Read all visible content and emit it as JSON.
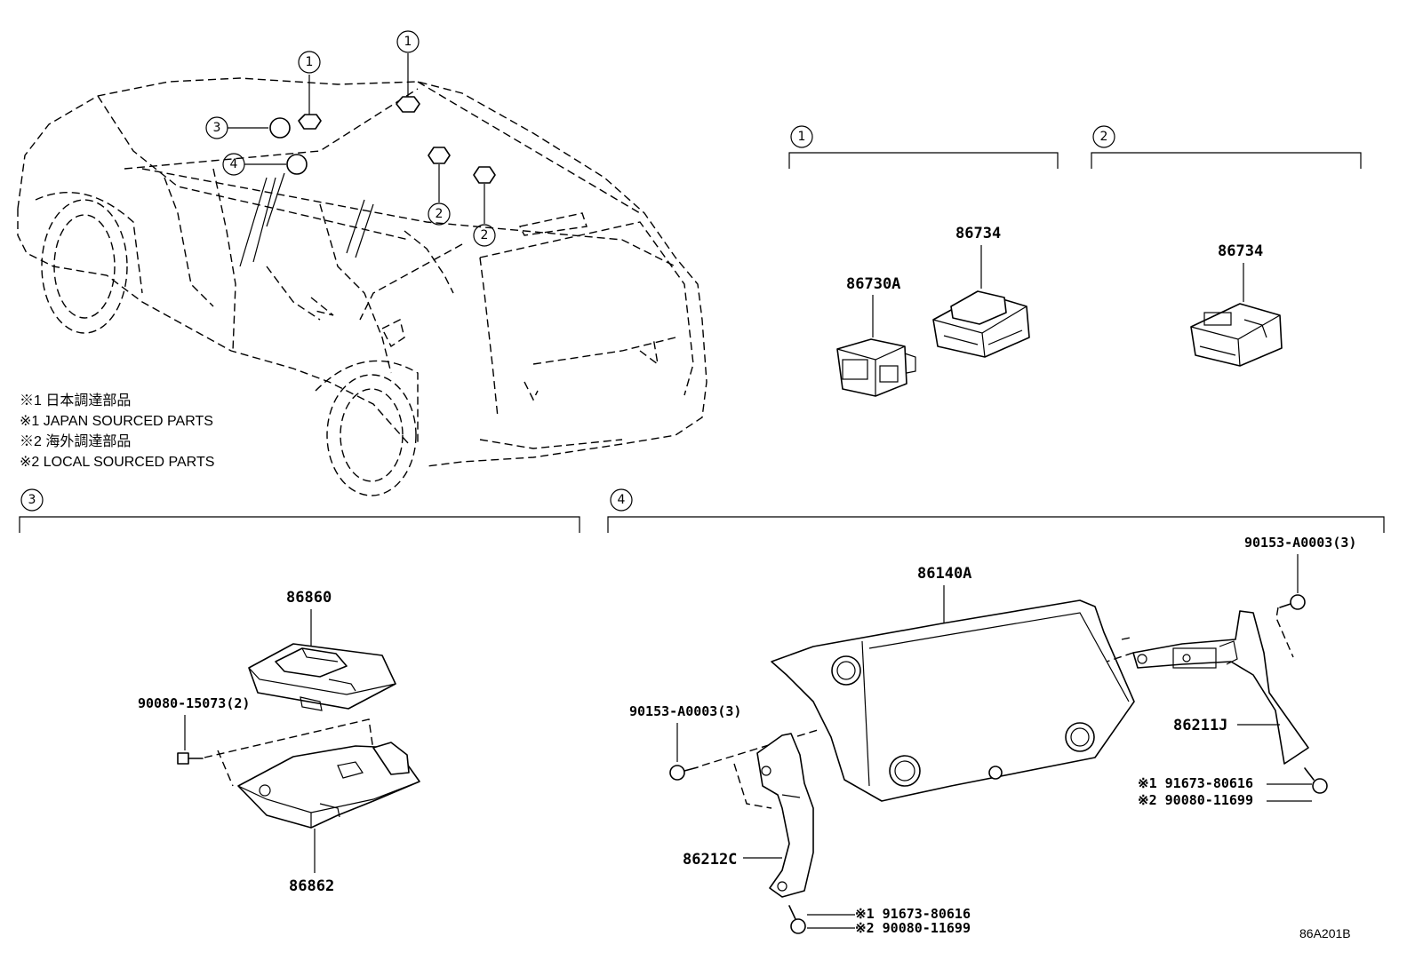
{
  "callouts": {
    "c1": "1",
    "c2": "2",
    "c3": "3",
    "c4": "4"
  },
  "notes": [
    "※1 日本調達部品",
    "※1 JAPAN SOURCED PARTS",
    "※2 海外調達部品",
    "※2 LOCAL SOURCED PARTS"
  ],
  "group1": {
    "label": "1",
    "parts": {
      "sensor_a": "86730A",
      "sensor_b": "86734"
    }
  },
  "group2": {
    "label": "2",
    "parts": {
      "sensor_b": "86734"
    }
  },
  "group3": {
    "label": "3",
    "parts": {
      "module": "86860",
      "bracket": "86862",
      "bolt": "90080-15073(2)"
    }
  },
  "group4": {
    "label": "4",
    "parts": {
      "display": "86140A",
      "screw_right": "90153-A0003(3)",
      "screw_left": "90153-A0003(3)",
      "bracket_right": "86211J",
      "bracket_left": "86212C",
      "bolt_right_jp": "※1 91673-80616",
      "bolt_right_local": "※2 90080-11699",
      "bolt_left_jp": "※1 91673-80616",
      "bolt_left_local": "※2 90080-11699"
    }
  },
  "diagram_code": "86A201B"
}
